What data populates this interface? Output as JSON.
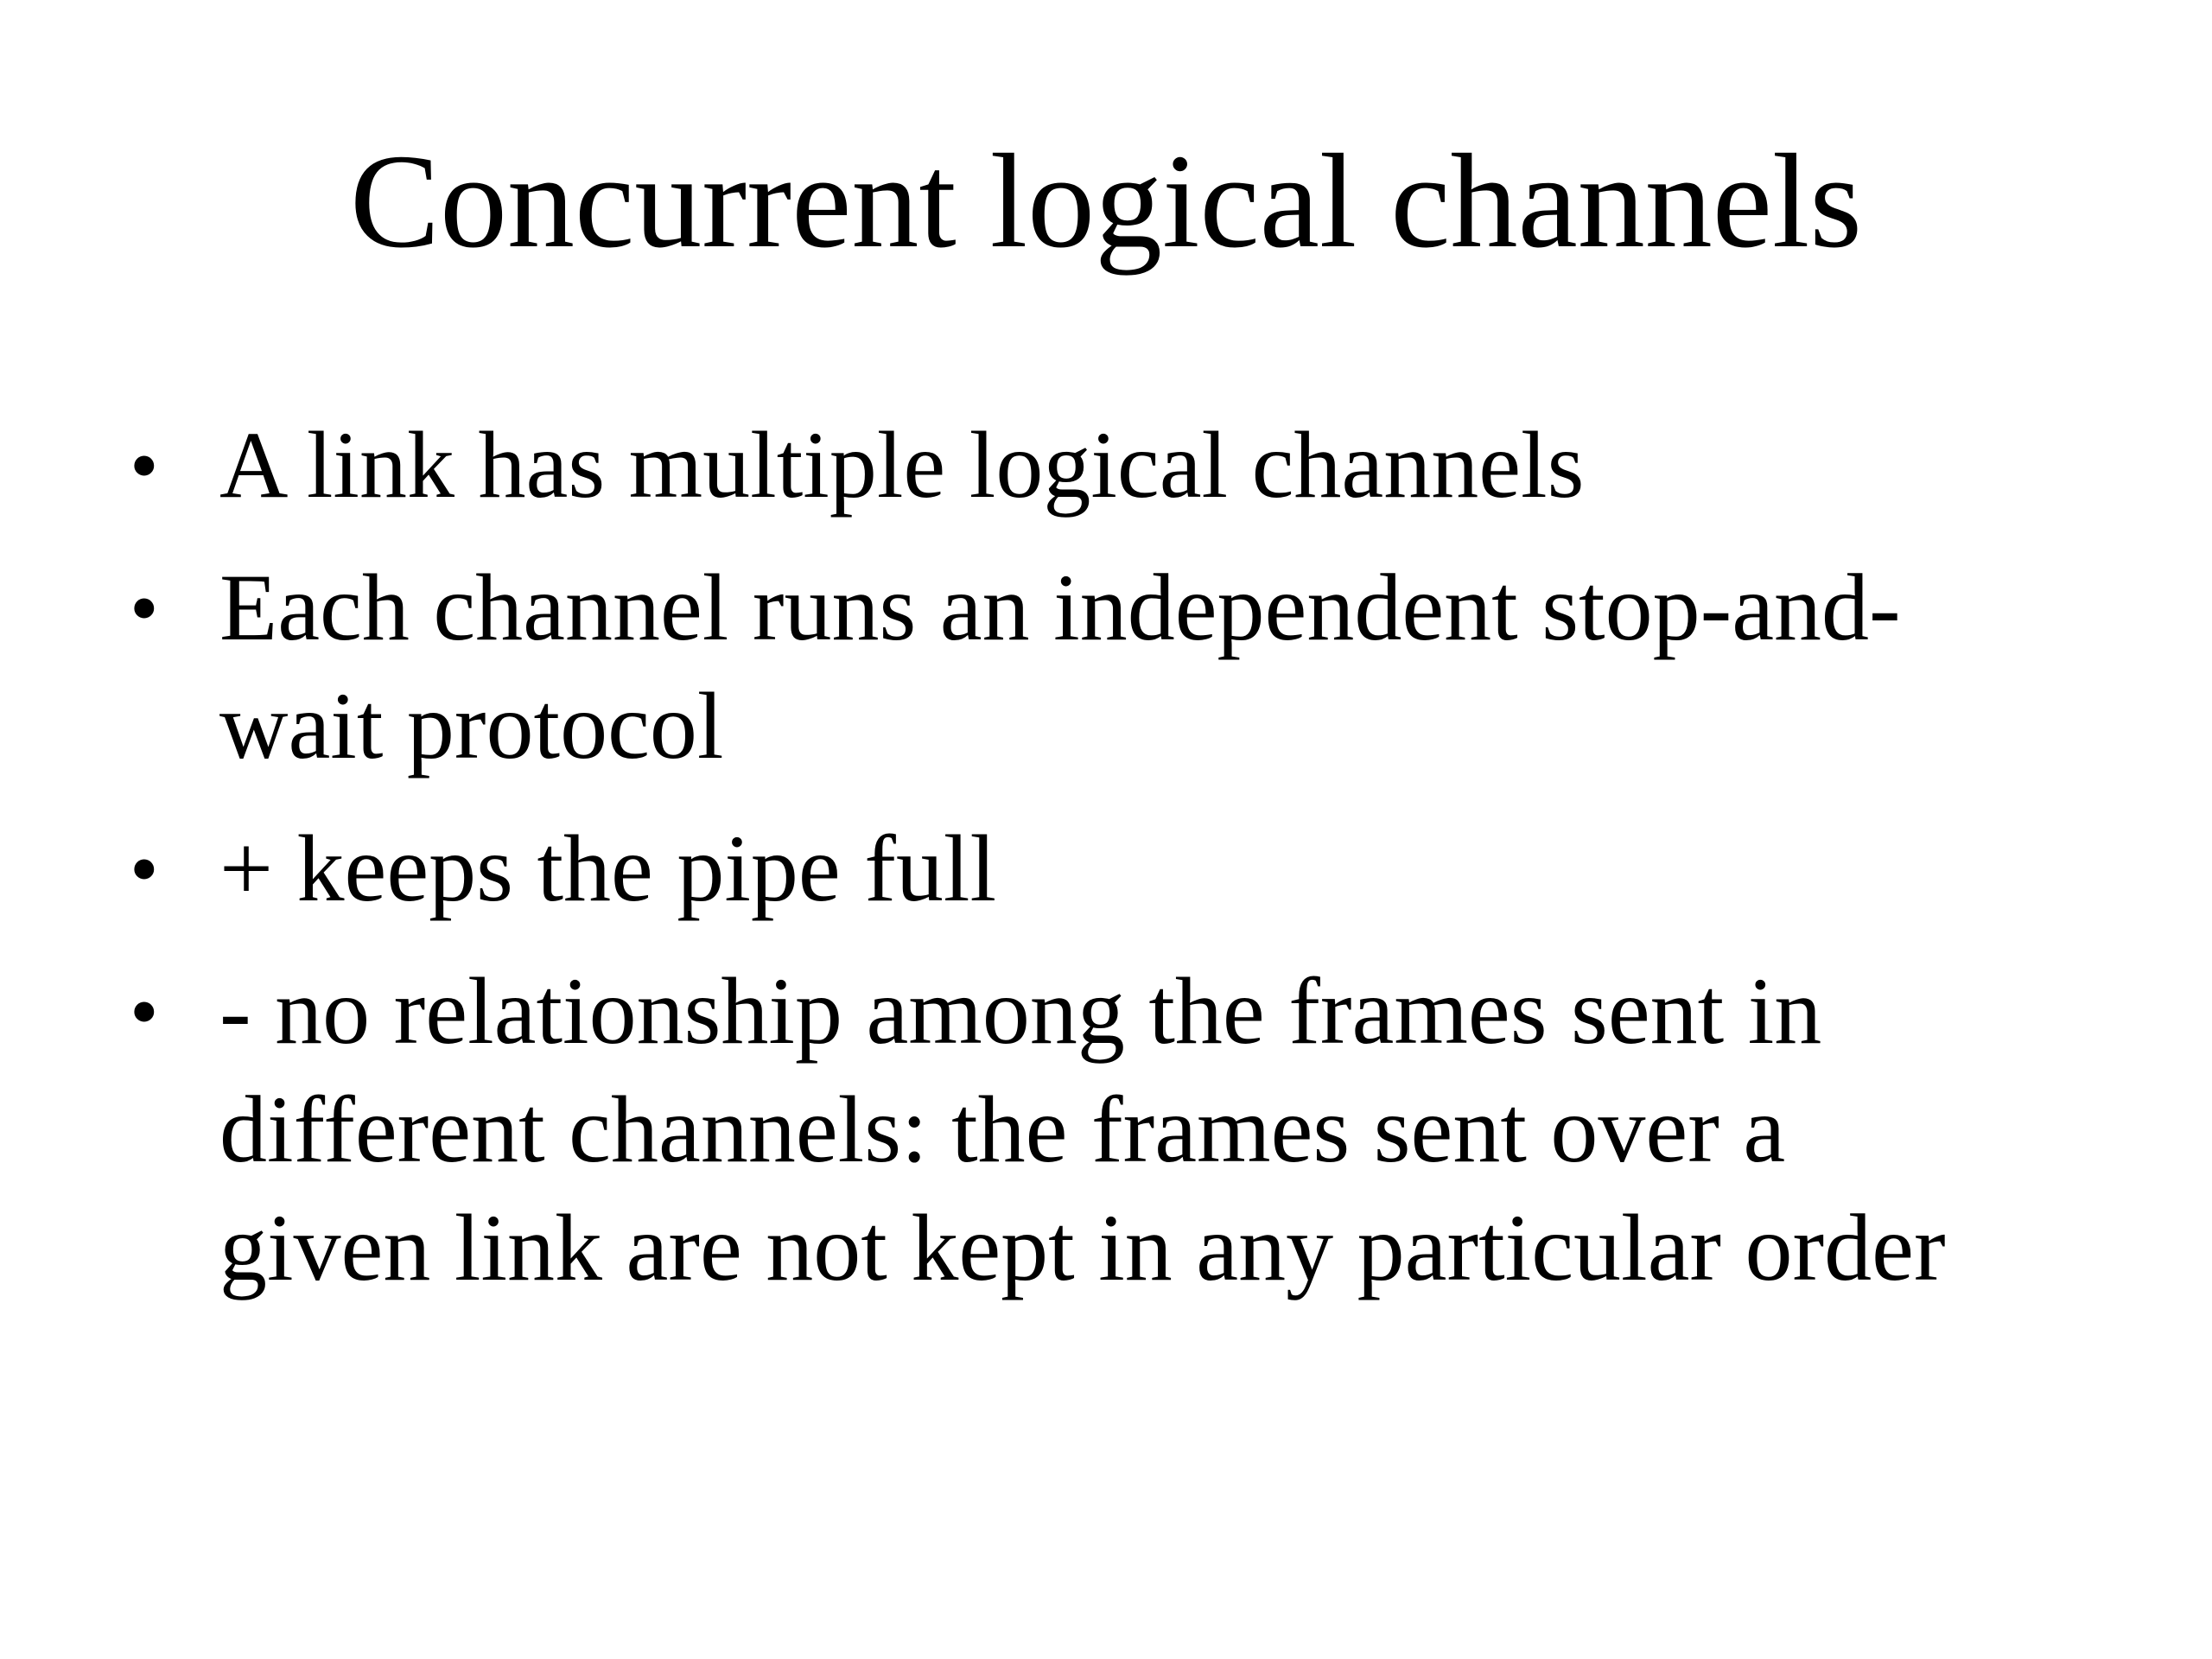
{
  "slide": {
    "title": "Concurrent logical channels",
    "bullet_symbol": "•",
    "bullets": [
      {
        "text": "A link has multiple logical channels"
      },
      {
        "text": "Each channel runs an independent stop-and-\nwait protocol"
      },
      {
        "text": "+ keeps the pipe full"
      },
      {
        "text": "- no relationship among the frames sent in\ndifferent channels: the frames sent over a\ngiven link are not kept in any particular order"
      }
    ]
  }
}
